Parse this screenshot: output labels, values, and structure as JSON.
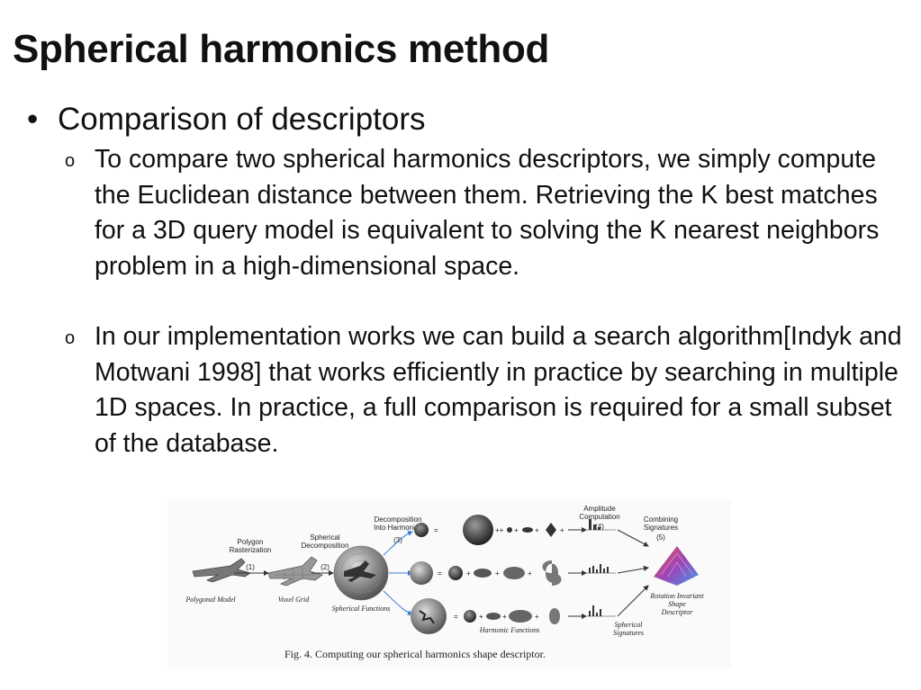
{
  "slide": {
    "title": "Spherical harmonics method",
    "bullet": "Comparison of descriptors",
    "bullet_marker": "•",
    "sub_marker": "o",
    "sub_items": [
      "To compare two spherical harmonics descriptors, we simply compute the Euclidean distance between them. Retrieving the K best matches for a 3D query model is equivalent to solving the K nearest neighbors problem in a high-dimensional space.",
      "In our implementation works we can build a search algorithm[Indyk and Motwani 1998] that works efficiently in practice by searching in multiple 1D spaces. In practice, a full comparison is required for a small subset of the database."
    ]
  },
  "figure": {
    "caption": "Fig. 4.   Computing our spherical harmonics shape descriptor.",
    "labels": {
      "polygon_rasterization": [
        "Polygon",
        "Rasterization"
      ],
      "spherical_decomposition": [
        "Spherical",
        "Decomposition"
      ],
      "decomposition_harmonics": [
        "Decomposition",
        "Into Harmonics"
      ],
      "amplitude_computation": [
        "Amplitude",
        "Computation"
      ],
      "combining_signatures": [
        "Combining",
        "Signatures"
      ],
      "step1": "(1)",
      "step2": "(2)",
      "step3": "(3)",
      "step4": "(4)",
      "step5": "(5)",
      "polygonal_model": "Polygonal Model",
      "voxel_grid": "Voxel Grid",
      "spherical_functions": "Spherical Functions",
      "harmonic_functions": "Harmonic Functions",
      "spherical_signatures": [
        "Spherical",
        "Signatures"
      ],
      "rotation_invariant": [
        "Rotation Invariant",
        "Shape",
        "Descriptor"
      ]
    }
  }
}
